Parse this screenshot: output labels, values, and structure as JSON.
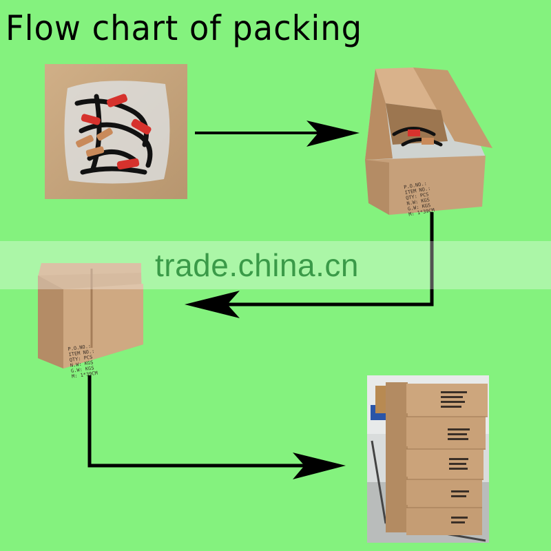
{
  "title": "Flow chart of packing",
  "watermark": "trade.china.cn",
  "colors": {
    "background": "#84f27e",
    "arrow": "#000000",
    "cardboard": "#c9a27a"
  },
  "steps": [
    {
      "id": "bagged-cables",
      "icon": "bagged-cable-clamps-photo"
    },
    {
      "id": "open-box",
      "icon": "open-carton-photo"
    },
    {
      "id": "sealed-box",
      "icon": "sealed-carton-photo"
    },
    {
      "id": "stacked-boxes",
      "icon": "stacked-cartons-photo"
    }
  ],
  "box_labels": {
    "open_box_lines": [
      "P.O.NO.:",
      "ITEM NO.:",
      "QTY: PCS",
      "N.W: KGS",
      "G.W: KGS",
      "M: 1*39CM"
    ],
    "sealed_box_lines": [
      "P.O.NO.:",
      "ITEM NO.:",
      "QTY: PCS",
      "N.W: KGS",
      "G.W: KGS",
      "M: 1*39CM"
    ]
  }
}
